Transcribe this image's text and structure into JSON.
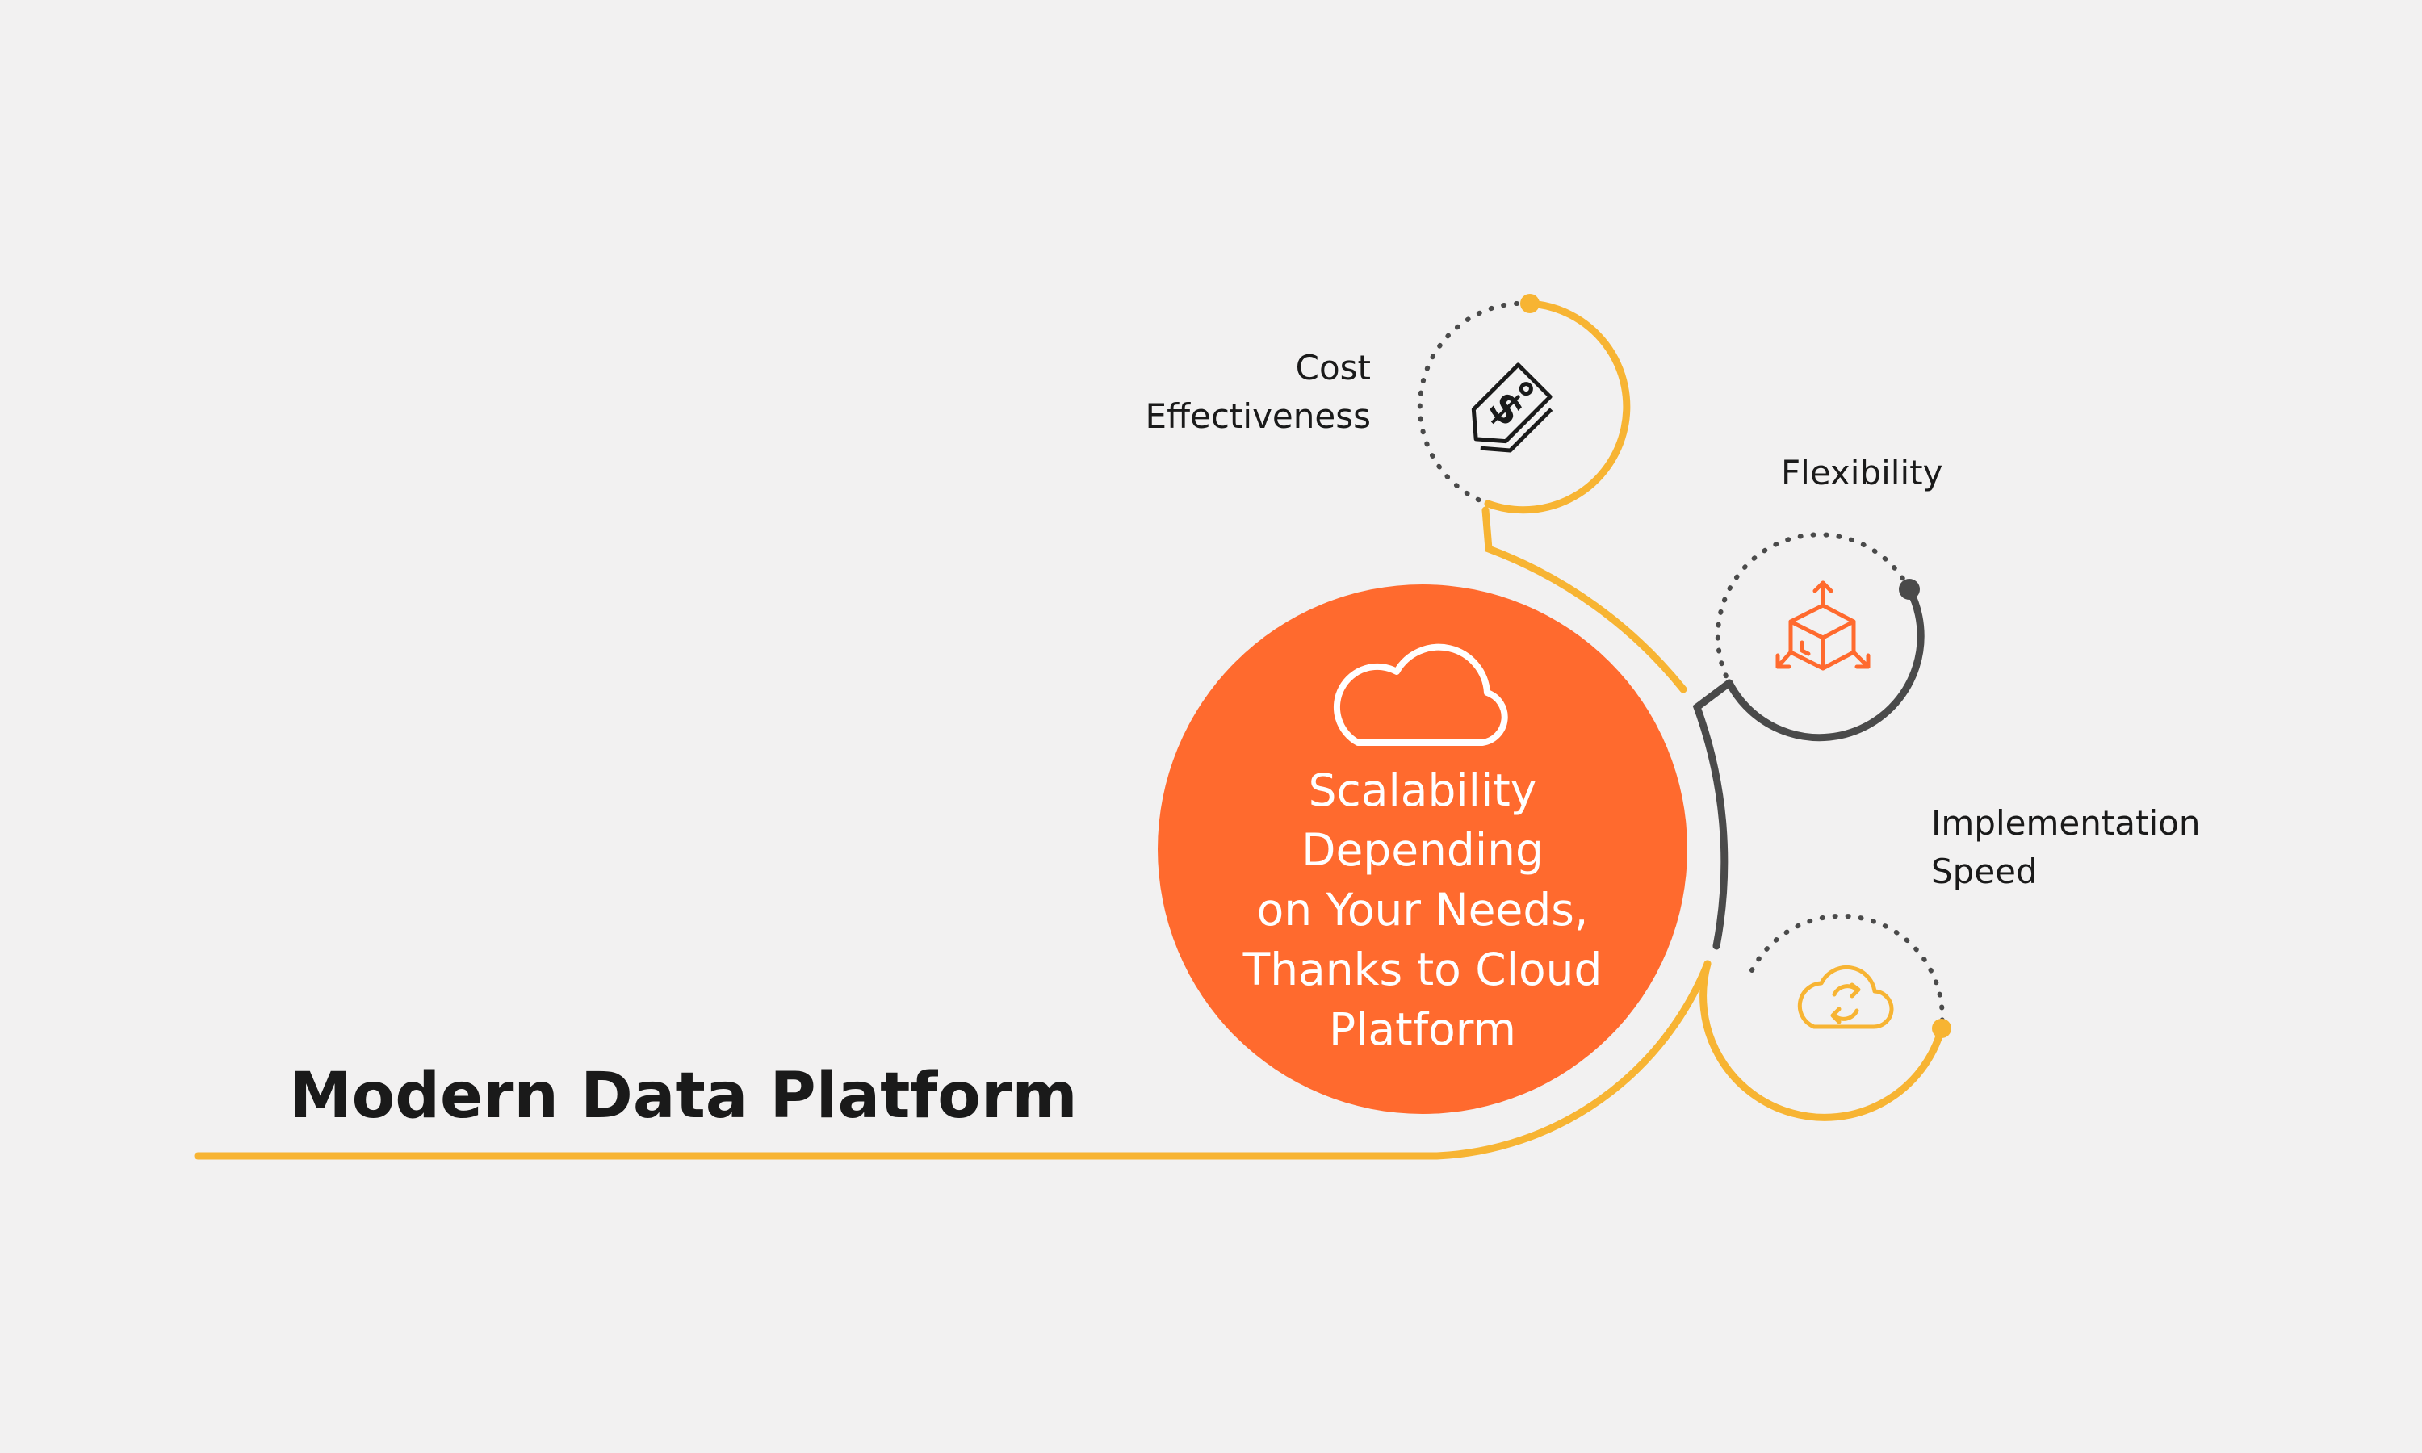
{
  "title": "Modern Data Platform",
  "center": {
    "lines": [
      "Scalability",
      "Depending",
      "on Your Needs,",
      "Thanks to Cloud",
      "Platform"
    ],
    "icon": "cloud-icon"
  },
  "nodes": [
    {
      "label_lines": [
        "Cost",
        "Effectiveness"
      ],
      "icon": "price-tag-dollar-icon"
    },
    {
      "label_lines": [
        "Flexibility"
      ],
      "icon": "box-arrows-icon"
    },
    {
      "label_lines": [
        "Implementation",
        "Speed"
      ],
      "icon": "cloud-sync-icon"
    }
  ],
  "colors": {
    "background": "#f2f1f1",
    "accent_orange": "#ff6a2e",
    "accent_yellow": "#f7b433",
    "dark_gray": "#4a4a4a",
    "text": "#1a1a1a",
    "white": "#ffffff"
  }
}
